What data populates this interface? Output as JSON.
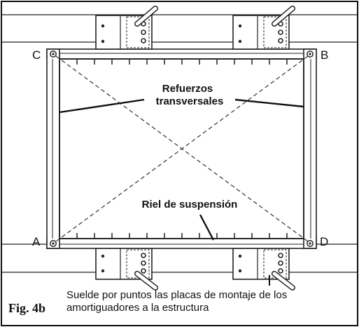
{
  "diagram": {
    "corners": {
      "top_left": "C",
      "top_right": "B",
      "bottom_left": "A",
      "bottom_right": "D"
    },
    "callouts": {
      "braces_line1": "Refuerzos",
      "braces_line2": "transversales",
      "rail": "Riel de suspensión"
    },
    "caption": {
      "figure": "Fig. 4b",
      "line1": "Suelde por puntos las placas de montaje de los",
      "line2": "amortiguadores a la estructura"
    }
  }
}
